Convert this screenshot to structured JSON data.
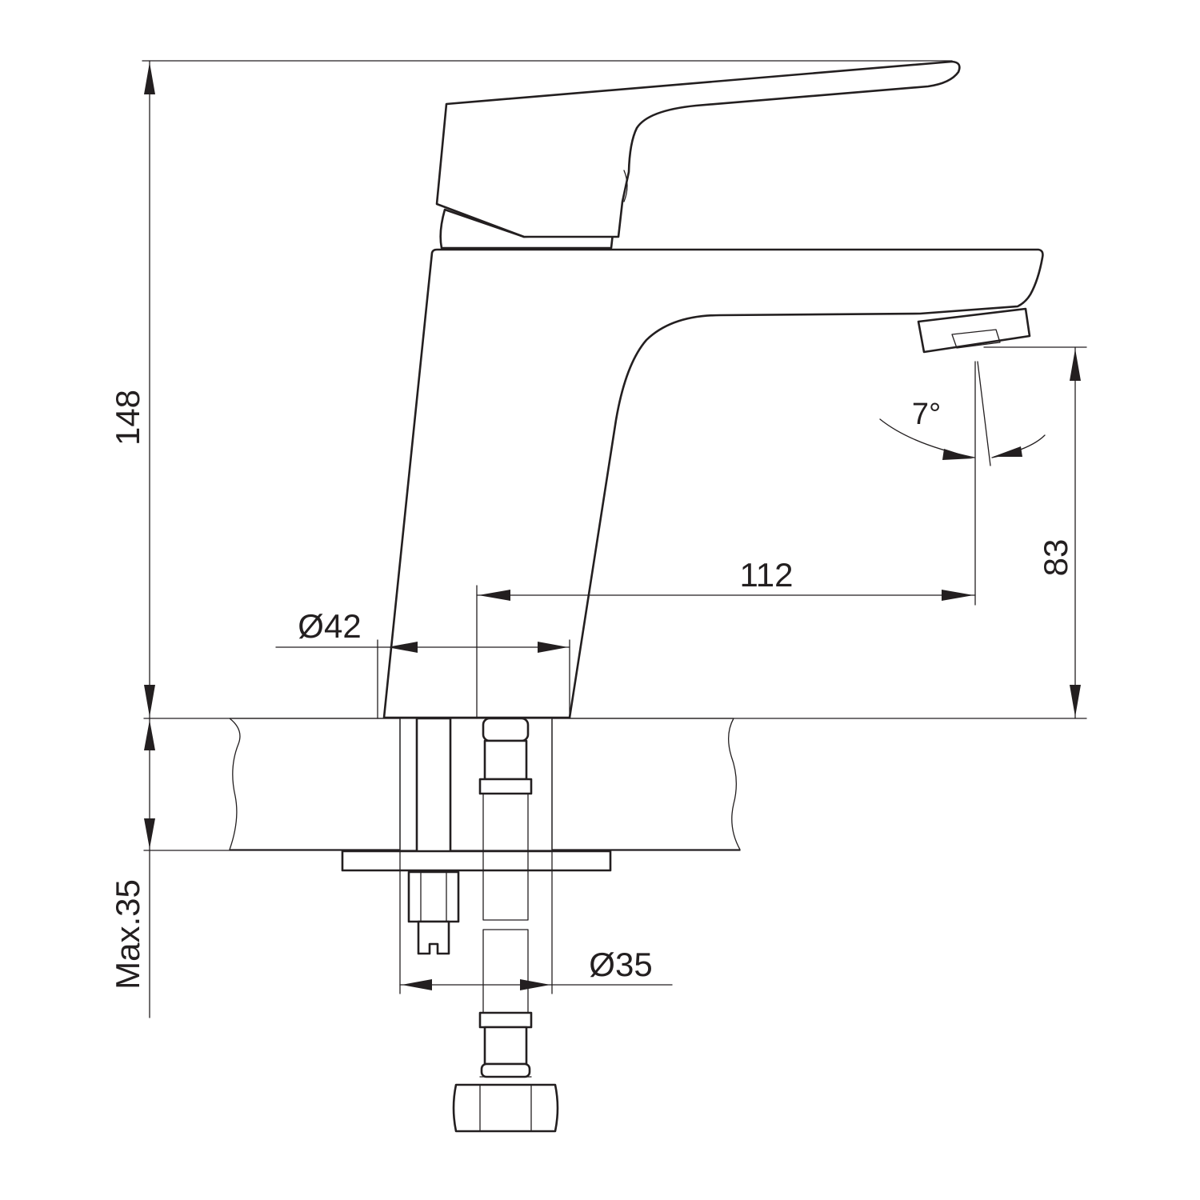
{
  "dimensions": {
    "total_height": "148",
    "aerator_height": "83",
    "spout_reach": "112",
    "base_diameter": "Ø42",
    "mount_hole": "Ø35",
    "max_thickness": "Max.35",
    "aerator_angle": "7°"
  },
  "colors": {
    "line": "#231f20",
    "background": "#ffffff"
  },
  "icons": [
    "dimension-arrow-icon"
  ]
}
